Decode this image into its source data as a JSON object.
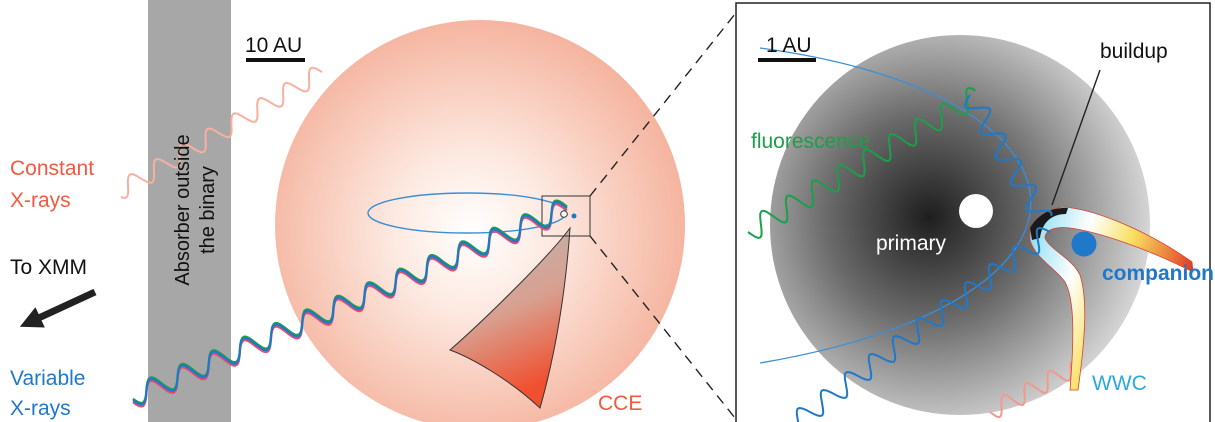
{
  "left_panel": {
    "scale_label": "10 AU",
    "absorber_label_line1": "Absorber outside",
    "absorber_label_line2": "the binary",
    "constant_line1": "Constant",
    "constant_line2": "X-rays",
    "to_xmm": "To XMM",
    "variable_line1": "Variable",
    "variable_line2": "X-rays",
    "cce_label": "CCE"
  },
  "right_panel": {
    "scale_label": "1 AU",
    "buildup_label": "buildup",
    "fluorescence_label": "fluorescence",
    "primary_label": "primary",
    "companion_label": "companion",
    "wwc_label": "WWC"
  },
  "colors": {
    "constant_xrays": "#f05a40",
    "variable_xrays": "#1f78c8",
    "fluorescence": "#1aa04a",
    "wwc": "#2aa8e0",
    "cce": "#f05a40",
    "orbit": "#3a8fd8",
    "absorber": "#a8a8a8",
    "cce_sphere": "#f6b8a4"
  },
  "icons": {
    "arrow": "arrow-to-xmm-icon",
    "primary_star": "primary-star-icon",
    "companion_star": "companion-star-icon"
  }
}
